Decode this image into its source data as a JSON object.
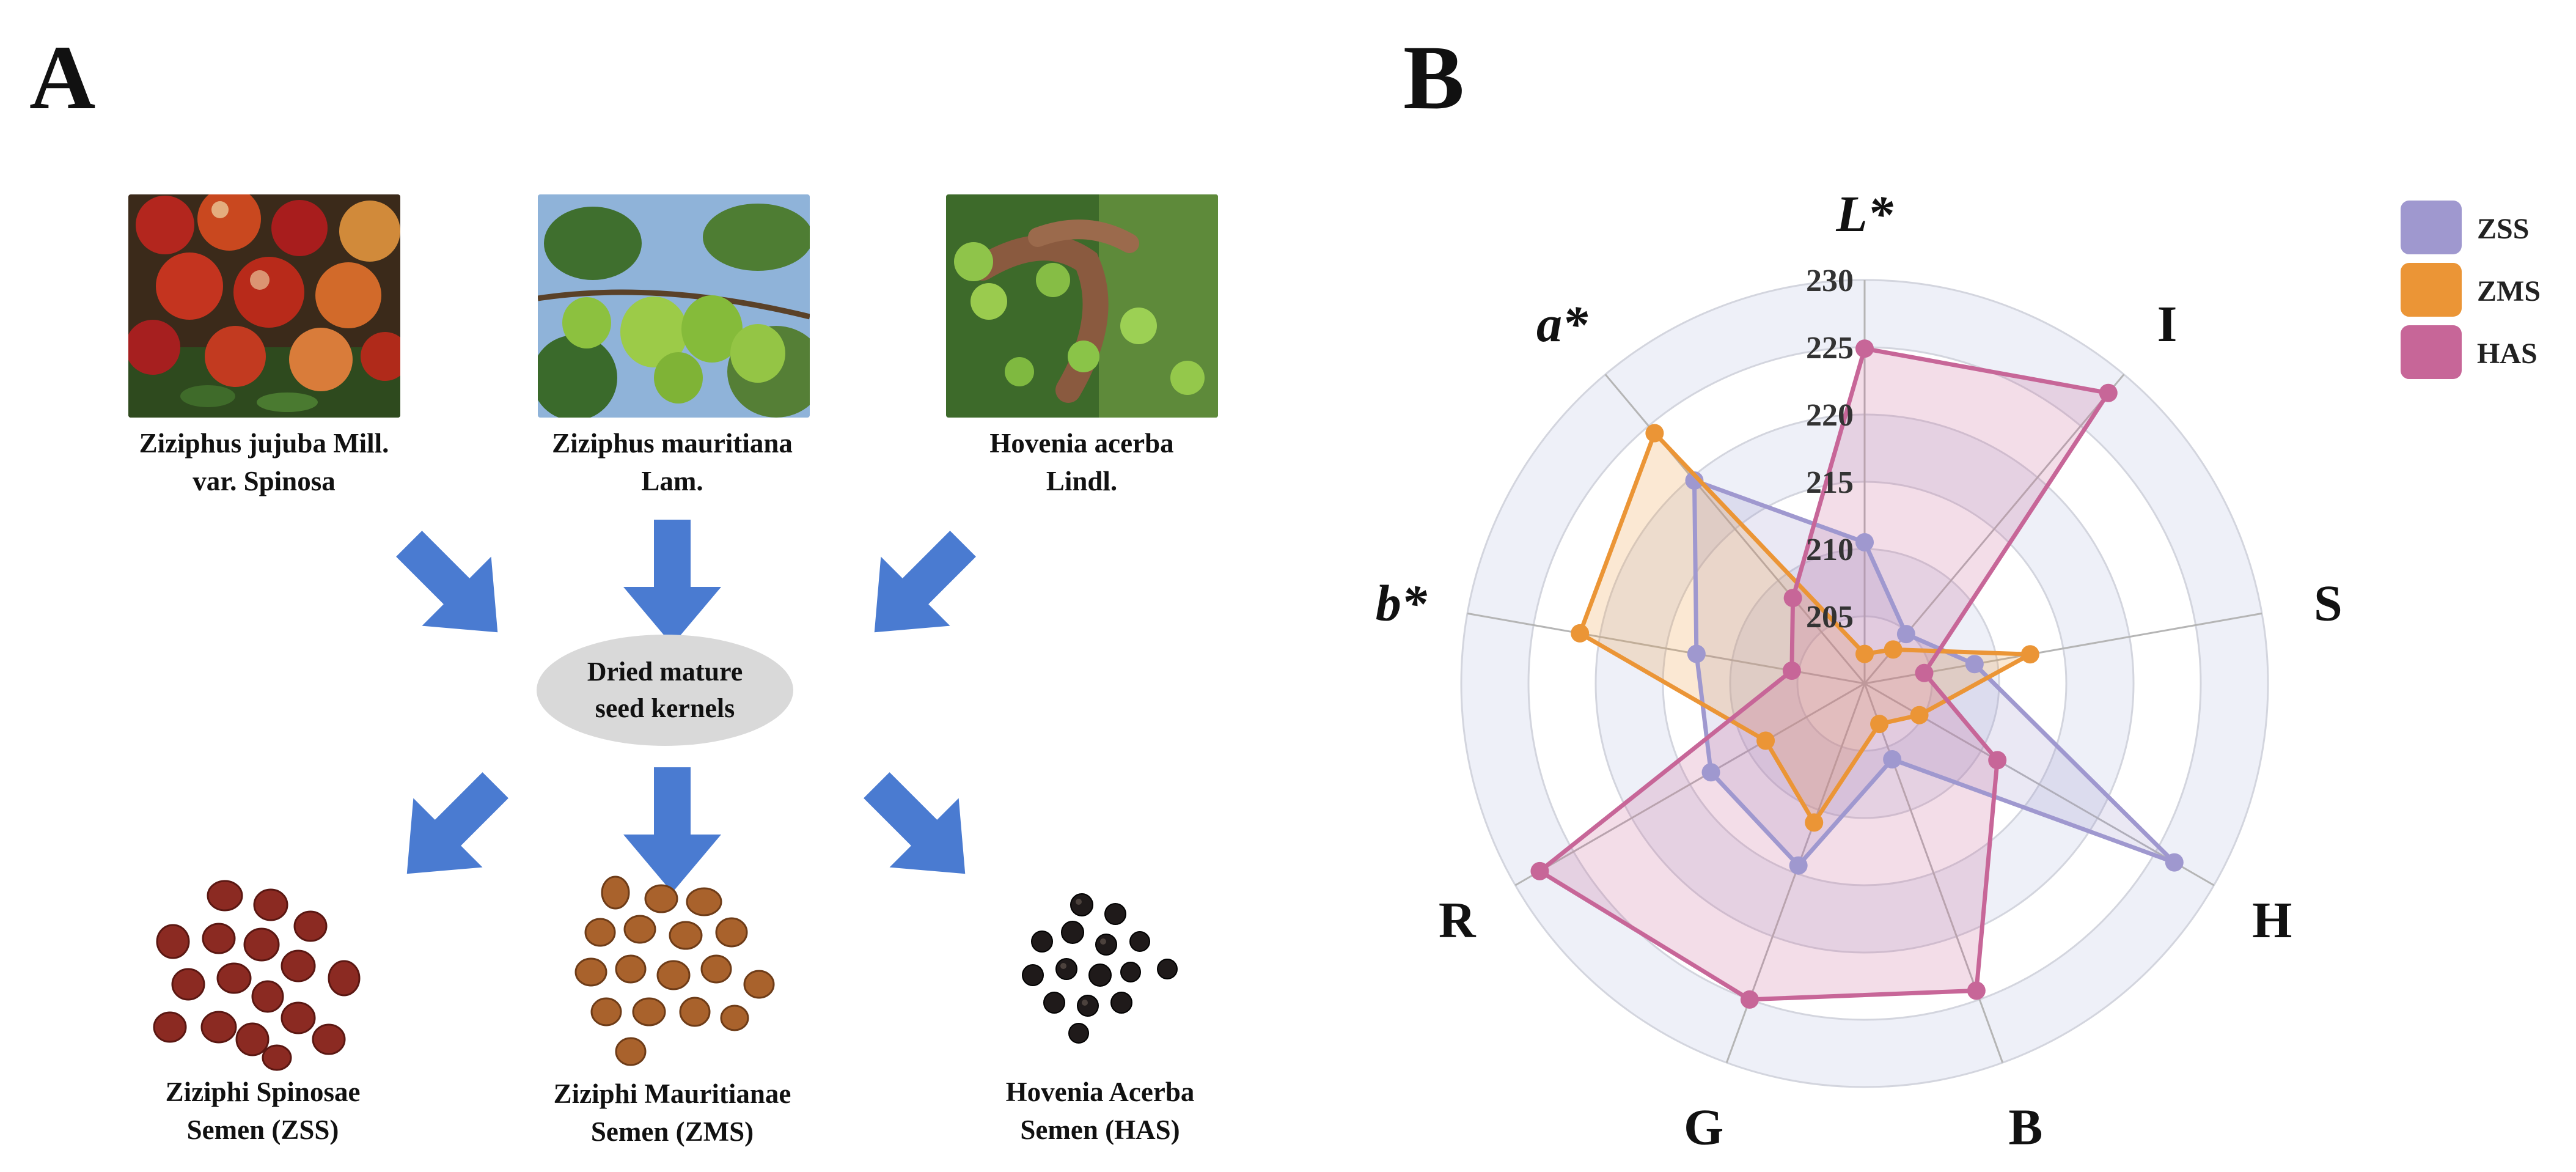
{
  "panel_a": {
    "letter": "A",
    "species": [
      {
        "line1": "Ziziphus jujuba Mill.",
        "line2": "var. Spinosa"
      },
      {
        "line1": "Ziziphus mauritiana",
        "line2": "Lam."
      },
      {
        "line1": "Hovenia acerba",
        "line2": "Lindl."
      }
    ],
    "hub": {
      "line1": "Dried mature",
      "line2": "seed kernels"
    },
    "products": [
      {
        "line1": "Ziziphi Spinosae",
        "line2": "Semen (ZSS)"
      },
      {
        "line1": "Ziziphi Mauritianae",
        "line2": "Semen (ZMS)"
      },
      {
        "line1": "Hovenia Acerba",
        "line2": "Semen (HAS)"
      }
    ],
    "arrow_color": "#4a7bd1"
  },
  "panel_b": {
    "letter": "B"
  },
  "chart_data": {
    "type": "radar",
    "axes": [
      {
        "label": "L",
        "star": true
      },
      {
        "label": "I",
        "star": false
      },
      {
        "label": "S",
        "star": false
      },
      {
        "label": "H",
        "star": false
      },
      {
        "label": "B",
        "star": false
      },
      {
        "label": "G",
        "star": false
      },
      {
        "label": "R",
        "star": false
      },
      {
        "label": "b",
        "star": true
      },
      {
        "label": "a",
        "star": true
      }
    ],
    "star_symbol": "*",
    "radial_ticks": [
      205,
      210,
      215,
      220,
      225,
      230
    ],
    "radial_range": [
      200,
      230
    ],
    "grid": true,
    "legend_position": "top-right",
    "series": [
      {
        "name": "ZSS",
        "color": "#9f98cf",
        "values": [
          210.5,
          204.8,
          208.3,
          226.6,
          206.0,
          214.4,
          213.2,
          212.7,
          219.7
        ]
      },
      {
        "name": "ZMS",
        "color": "#eb9536",
        "values": [
          202.2,
          203.3,
          212.5,
          204.7,
          203.2,
          211.0,
          208.5,
          221.5,
          224.3
        ]
      },
      {
        "name": "HAS",
        "color": "#c76698",
        "values": [
          224.9,
          228.2,
          204.5,
          211.4,
          224.3,
          225.0,
          227.9,
          205.5,
          208.3
        ]
      }
    ]
  }
}
